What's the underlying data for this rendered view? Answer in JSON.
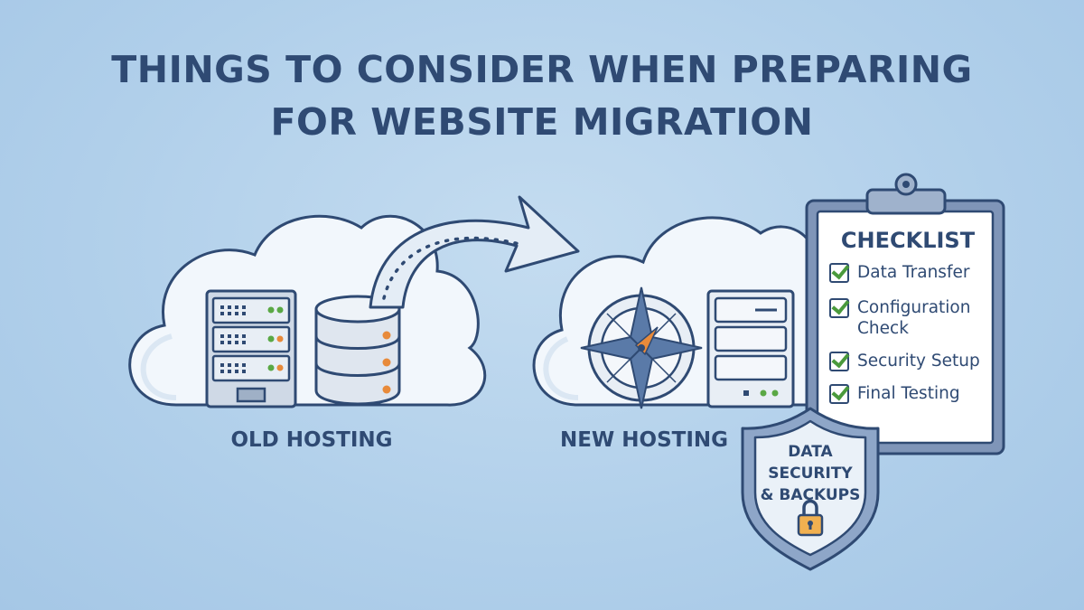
{
  "title": {
    "line1": "THINGS TO CONSIDER WHEN PREPARING",
    "line2": "FOR WEBSITE MIGRATION"
  },
  "old_hosting": {
    "label": "OLD HOSTING"
  },
  "new_hosting": {
    "label": "NEW HOSTING"
  },
  "checklist": {
    "title": "CHECKLIST",
    "items": [
      {
        "line1": "Data Transfer",
        "line2": ""
      },
      {
        "line1": "Configuration",
        "line2": "Check"
      },
      {
        "line1": "Security Setup",
        "line2": ""
      },
      {
        "line1": "Final Testing",
        "line2": ""
      }
    ]
  },
  "shield": {
    "line1": "DATA",
    "line2": "SECURITY",
    "line3": "& BACKUPS"
  },
  "colors": {
    "navy": "#2f4a73",
    "check_green": "#4a9a3c",
    "led_orange": "#e88a3a",
    "led_green": "#5aa845",
    "lock_gold": "#f0b050"
  }
}
